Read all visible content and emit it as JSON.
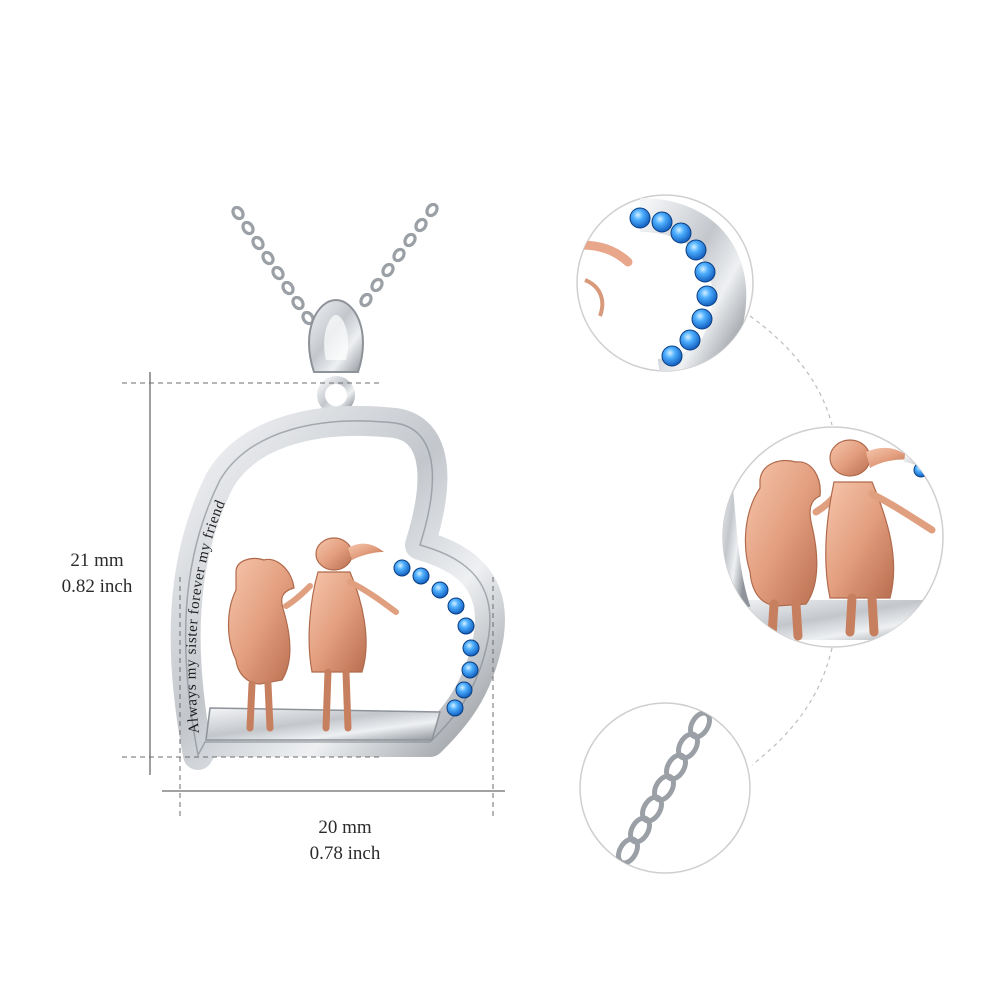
{
  "engraving": "Always my sister forever  my friend",
  "dimensions": {
    "height_mm": "21 mm",
    "height_inch": "0.82 inch",
    "width_mm": "20 mm",
    "width_inch": "0.78 inch"
  },
  "colors": {
    "silver": "#c9cdd2",
    "silver_dark": "#8e9399",
    "rose_gold": "#e9a888",
    "rose_gold_dark": "#c77c5e",
    "gem_blue": "#1e88e5",
    "gem_blue_light": "#7cc6ff"
  },
  "detail_views": [
    {
      "name": "gem-detail",
      "depicts": "blue stones on heart edge"
    },
    {
      "name": "figures-detail",
      "depicts": "two girls holding hands"
    },
    {
      "name": "chain-detail",
      "depicts": "cable chain links"
    }
  ]
}
